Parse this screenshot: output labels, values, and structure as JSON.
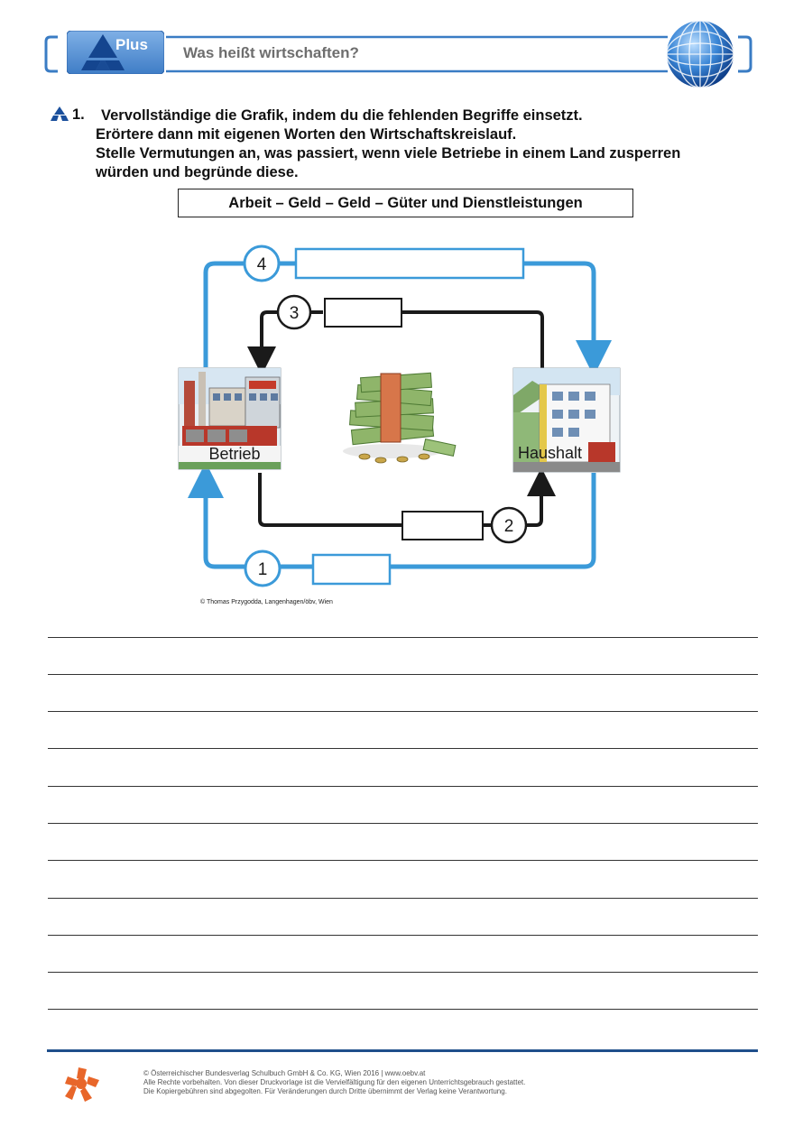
{
  "header": {
    "badge_label": "Plus",
    "title": "Was heißt wirtschaften?"
  },
  "task": {
    "number": "1.",
    "lines": [
      "Vervollständige die Grafik, indem du die fehlenden Begriffe einsetzt.",
      "Erörtere dann mit eigenen Worten den Wirtschaftskreislauf.",
      "Stelle Vermutungen an, was passiert, wenn viele Betriebe in einem Land zusperren",
      "würden und begründe diese."
    ]
  },
  "word_box": "Arbeit – Geld – Geld – Güter und Dienstleistungen",
  "diagram": {
    "left_label": "Betrieb",
    "right_label": "Haushalt",
    "markers": [
      "1",
      "2",
      "3",
      "4"
    ],
    "colors": {
      "outer_flow": "#3b9ad9",
      "inner_flow": "#1a1a1a",
      "money": "#5c8a3a"
    }
  },
  "credit": "© Thomas Przygodda, Langenhagen/öbv, Wien",
  "footer": {
    "lines": [
      "© Österreichischer Bundesverlag Schulbuch GmbH & Co. KG, Wien 2016 | www.oebv.at",
      "Alle Rechte vorbehalten. Von dieser Druckvorlage ist die Vervielfältigung für den eigenen Unterrichtsgebrauch gestattet.",
      "Die Kopiergebühren sind abgegolten. Für Veränderungen durch Dritte übernimmt der Verlag keine Verantwortung."
    ]
  }
}
